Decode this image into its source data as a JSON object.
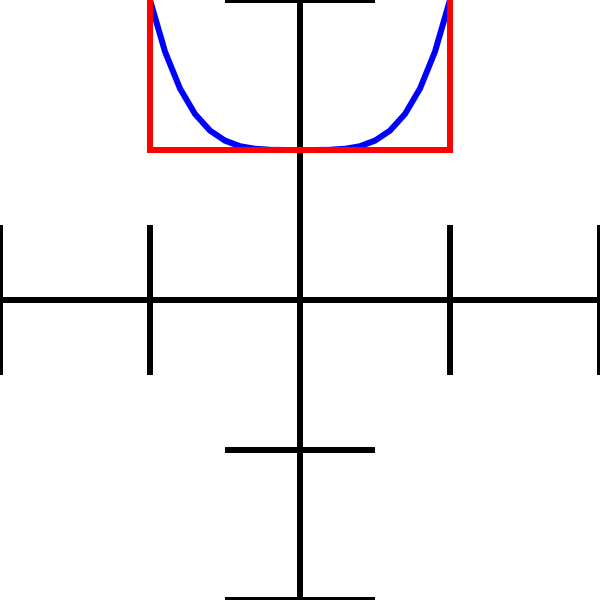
{
  "chart_data": {
    "type": "line",
    "title": "",
    "xlabel": "",
    "ylabel": "",
    "xlim": [
      -2,
      2
    ],
    "ylim": [
      -2,
      2
    ],
    "x_ticks": [
      -2,
      -1,
      0,
      1,
      2
    ],
    "y_ticks": [
      -2,
      -1,
      0,
      1,
      2
    ],
    "grid": false,
    "series": [
      {
        "kind": "curve",
        "color": "#0000ff",
        "function": "y = x^4 + 1",
        "x": [
          -1,
          -0.9,
          -0.8,
          -0.7,
          -0.6,
          -0.5,
          -0.4,
          -0.3,
          -0.2,
          -0.1,
          0,
          0.1,
          0.2,
          0.3,
          0.4,
          0.5,
          0.6,
          0.7,
          0.8,
          0.9,
          1
        ],
        "y": [
          2,
          1.6561,
          1.4096,
          1.2401,
          1.1296,
          1.0625,
          1.0256,
          1.0081,
          1.0016,
          1.0001,
          1,
          1.0001,
          1.0016,
          1.0081,
          1.0256,
          1.0625,
          1.1296,
          1.2401,
          1.4096,
          1.6561,
          2
        ]
      },
      {
        "kind": "boundary",
        "color": "#ff0000",
        "x": [
          -1,
          -1,
          1,
          1
        ],
        "y": [
          2,
          1,
          1,
          2
        ]
      }
    ],
    "axis_color": "#000000"
  }
}
